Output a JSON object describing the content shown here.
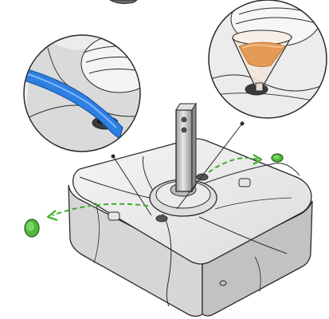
{
  "illustration": {
    "subject": "umbrella-base-fill-diagram",
    "colors": {
      "outline": "#2a2a2a",
      "base_light": "#f2f2f2",
      "base_mid": "#d8d8d8",
      "base_shadow": "#b9b9b9",
      "pole": "#c9c9c9",
      "hose_blue": "#2f7fe0",
      "hose_blue_dark": "#1657b0",
      "arrow_green": "#3fae2a",
      "cap_green": "#4fb83a",
      "funnel_fill": "#e39a55",
      "circle_bg": "#eeeeee"
    },
    "callouts": [
      {
        "name": "water-fill-detail",
        "content": "hose-icon"
      },
      {
        "name": "sand-fill-detail",
        "content": "funnel-icon"
      }
    ],
    "caps": [
      {
        "name": "left-fill-cap",
        "motion": "removed-left"
      },
      {
        "name": "right-fill-cap",
        "motion": "removed-right"
      }
    ]
  }
}
